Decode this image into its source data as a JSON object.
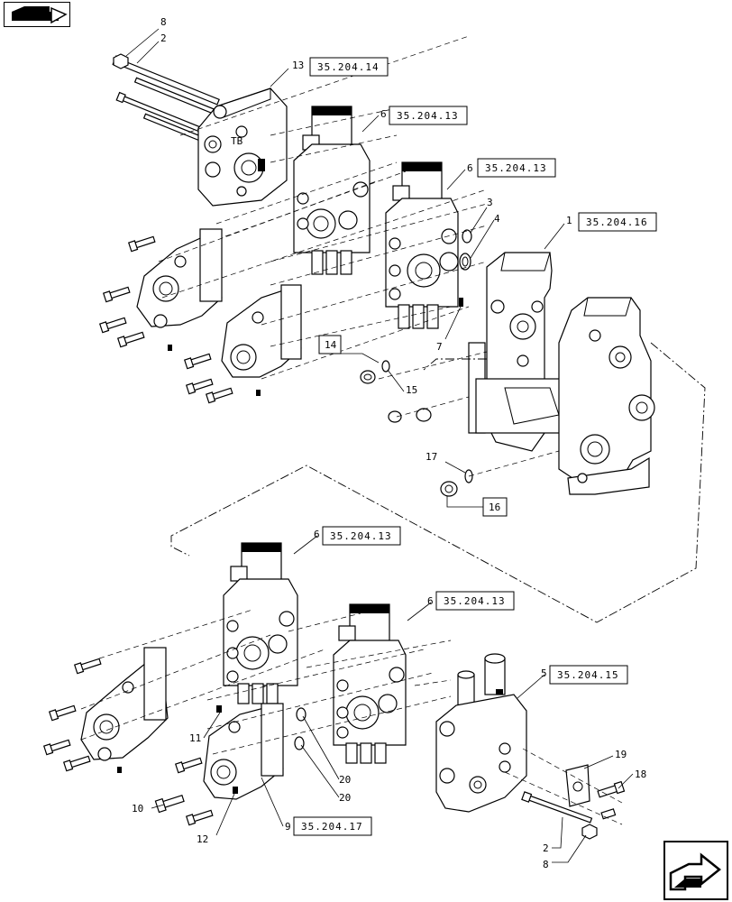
{
  "navigation": {
    "prev_icon": "back-arrow-icon",
    "next_icon": "forward-arrow-icon"
  },
  "callouts": {
    "c8a": "8",
    "c2a": "2",
    "c13": "13",
    "c6a": "6",
    "c6b": "6",
    "c3": "3",
    "c4": "4",
    "c1": "1",
    "c7": "7",
    "c14": "14",
    "c15": "15",
    "c17": "17",
    "c16": "16",
    "c6c": "6",
    "c6d": "6",
    "c5": "5",
    "c11": "11",
    "c20a": "20",
    "c20b": "20",
    "c19": "19",
    "c18": "18",
    "c10": "10",
    "c12": "12",
    "c9": "9",
    "c2b": "2",
    "c8b": "8"
  },
  "refs": {
    "r13": "35.204.14",
    "r6a": "35.204.13",
    "r6b": "35.204.13",
    "r1": "35.204.16",
    "r6c": "35.204.13",
    "r6d": "35.204.13",
    "r5": "35.204.15",
    "r9": "35.204.17"
  }
}
